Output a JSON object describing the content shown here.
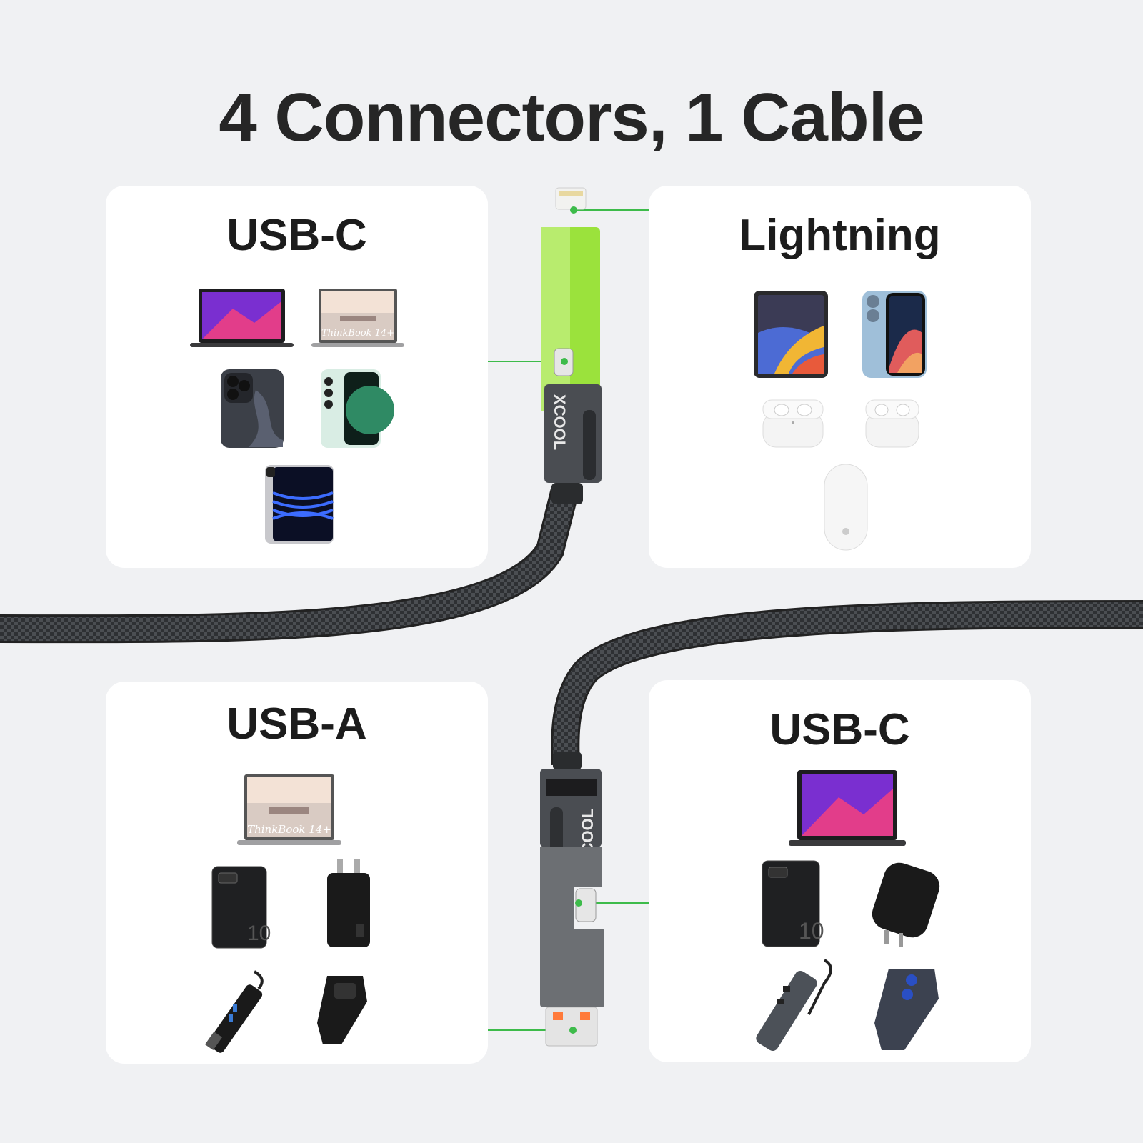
{
  "title": "4 Connectors, 1 Cable",
  "panels": {
    "top_left": {
      "label": "USB-C",
      "devices": [
        "macbook-icon",
        "thinkbook-laptop-icon",
        "iphone-15-pro-icon",
        "galaxy-phone-icon",
        "ipad-pro-icon"
      ],
      "thinkbook_text": "ThinkBook 14+"
    },
    "top_right": {
      "label": "Lightning",
      "devices": [
        "ipad-icon",
        "iphone-14-icon",
        "airpods-pro-icon",
        "airpods-icon",
        "magic-mouse-icon"
      ]
    },
    "bottom_left": {
      "label": "USB-A",
      "devices": [
        "thinkbook-laptop-icon",
        "power-bank-icon",
        "wall-charger-icon",
        "usb-hub-icon",
        "car-charger-icon"
      ],
      "thinkbook_text": "ThinkBook 14+",
      "power_bank_text": "10"
    },
    "bottom_right": {
      "label": "USB-C",
      "devices": [
        "macbook-icon",
        "power-bank-icon",
        "usb-c-wall-charger-icon",
        "usb-c-hub-icon",
        "car-charger-icon"
      ],
      "power_bank_text": "10"
    }
  },
  "cable": {
    "brand": "XCOOL",
    "accent_color": "#9be23c",
    "indicator_color": "#3dbb4a"
  }
}
